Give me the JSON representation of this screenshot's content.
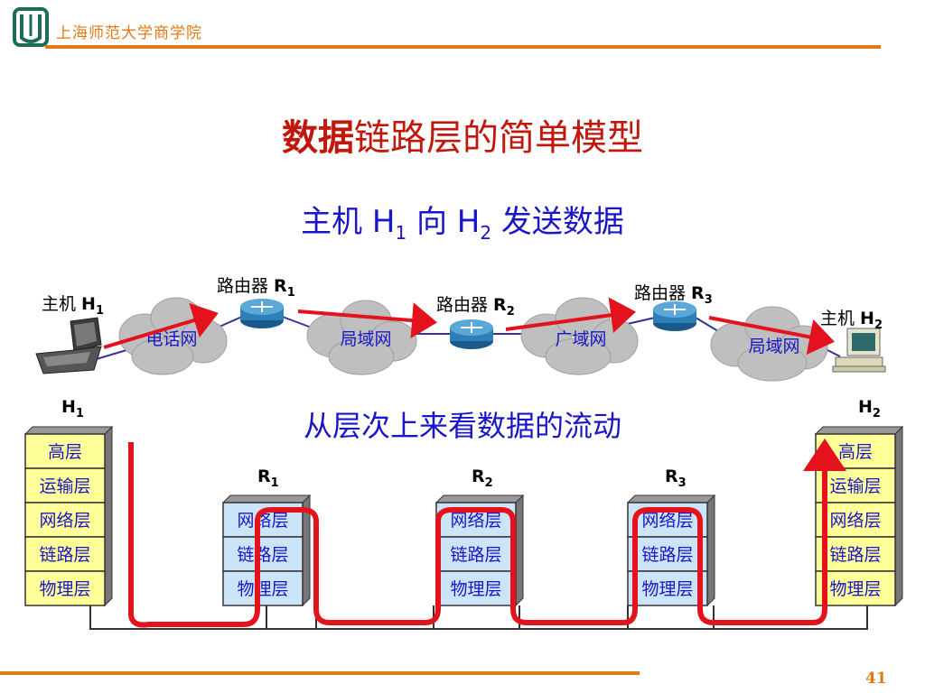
{
  "header": {
    "school_name": "上海师范大学商学院"
  },
  "slide": {
    "title_highlight": "数据",
    "title_rest": "链路层的简单模型",
    "subtitle_part1": "主机 H",
    "subtitle_sub1": "1",
    "subtitle_part2": " 向 H",
    "subtitle_sub2": "2",
    "subtitle_part3": " 发送数据",
    "layers_title": "从层次上来看数据的流动",
    "page_number": "41"
  },
  "network": {
    "host1_label": "主机 ",
    "host1_name": "H",
    "host1_sub": "1",
    "host2_label": "主机 ",
    "host2_name": "H",
    "host2_sub": "2",
    "router_label": "路由器 ",
    "router_name": "R",
    "router_subs": [
      "1",
      "2",
      "3"
    ],
    "clouds": [
      "电话网",
      "局域网",
      "广域网",
      "局域网"
    ]
  },
  "stacks": {
    "host_layers": [
      "高层",
      "运输层",
      "网络层",
      "链路层",
      "物理层"
    ],
    "router_layers": [
      "网络层",
      "链路层",
      "物理层"
    ],
    "node_name_h": "H",
    "node_name_r": "R",
    "host_subs": [
      "1",
      "2"
    ],
    "router_subs": [
      "1",
      "2",
      "3"
    ]
  },
  "colors": {
    "accent_orange": "#e07a12",
    "title_red": "#c0180c",
    "text_blue": "#1a16c8",
    "host_layer_fill": "#ffff99",
    "router_layer_fill": "#cce4f7",
    "flow_red": "#e4121c"
  }
}
